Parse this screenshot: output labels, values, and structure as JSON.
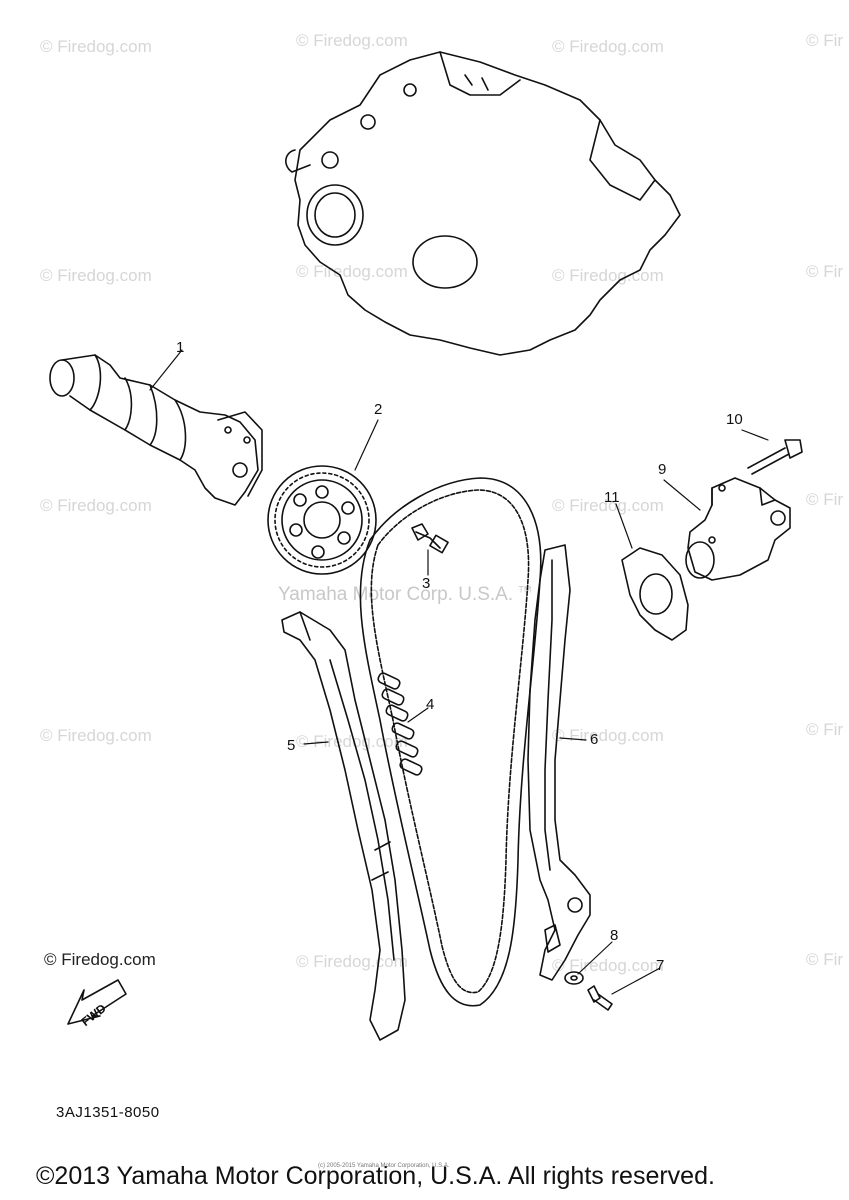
{
  "watermark_text": "© Firedog.com",
  "watermark_partial": "© Fir",
  "center_watermark": "Yamaha Motor Corp. U.S.A.",
  "center_watermark_tm": "TM",
  "logo_watermark": "© Firedog.com",
  "fwd_label": "FWD",
  "part_code": "3AJ1351-8050",
  "tiny_copyright": "(c) 2005-2015 Yamaha Motor Corporation, U.S.A.",
  "copyright": "©2013 Yamaha Motor Corporation, U.S.A. All rights reserved.",
  "callouts": [
    "1",
    "2",
    "3",
    "4",
    "5",
    "6",
    "7",
    "8",
    "9",
    "10",
    "11"
  ],
  "line_color": "#111111",
  "watermark_color": "#d6d6d6"
}
